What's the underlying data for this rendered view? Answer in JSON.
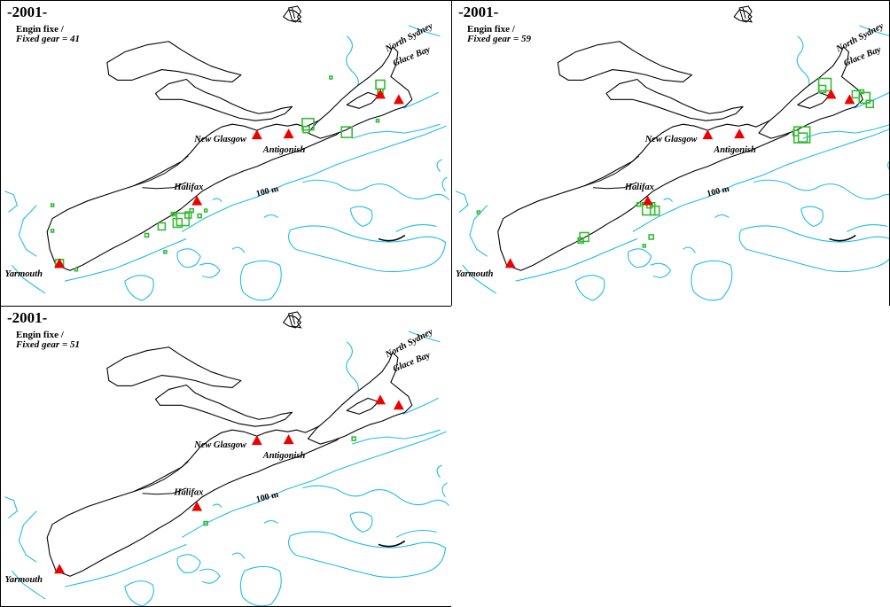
{
  "figure": {
    "panels": [
      {
        "year": "-2001-",
        "gear_fr": "Engin fixe /",
        "gear_en": "Fixed gear = 41",
        "labels": {
          "new_glasgow": "New Glasgow",
          "antigonish": "Antigonish",
          "halifax": "Halifax",
          "yarmouth": "Yarmouth",
          "north_sydney": "North Sydney",
          "glace_bay": "Glace Bay",
          "depth": "100 m"
        }
      },
      {
        "year": "-2001-",
        "gear_fr": "Engin fixe /",
        "gear_en": "Fixed gear = 59",
        "labels": {
          "new_glasgow": "New Glasgow",
          "antigonish": "Antigonish",
          "halifax": "Halifax",
          "yarmouth": "Yarmouth",
          "north_sydney": "North Sydney",
          "glace_bay": "Glace Bay",
          "depth": "100 m"
        }
      },
      {
        "year": "-2001-",
        "gear_fr": "Engin fixe /",
        "gear_en": "Fixed gear = 51",
        "labels": {
          "new_glasgow": "New Glasgow",
          "antigonish": "Antigonish",
          "halifax": "Halifax",
          "yarmouth": "Yarmouth",
          "north_sydney": "North Sydney",
          "glace_bay": "Glace Bay",
          "depth": "100 m"
        }
      }
    ]
  },
  "colors": {
    "coastline": "#000000",
    "depth_contour": "#22bde6",
    "port_marker": "#ee0000",
    "catch_marker": "#33bb33"
  },
  "icons": {
    "port": "red-triangle-icon",
    "catch": "green-square-icon",
    "orientation": "compass-icon"
  }
}
